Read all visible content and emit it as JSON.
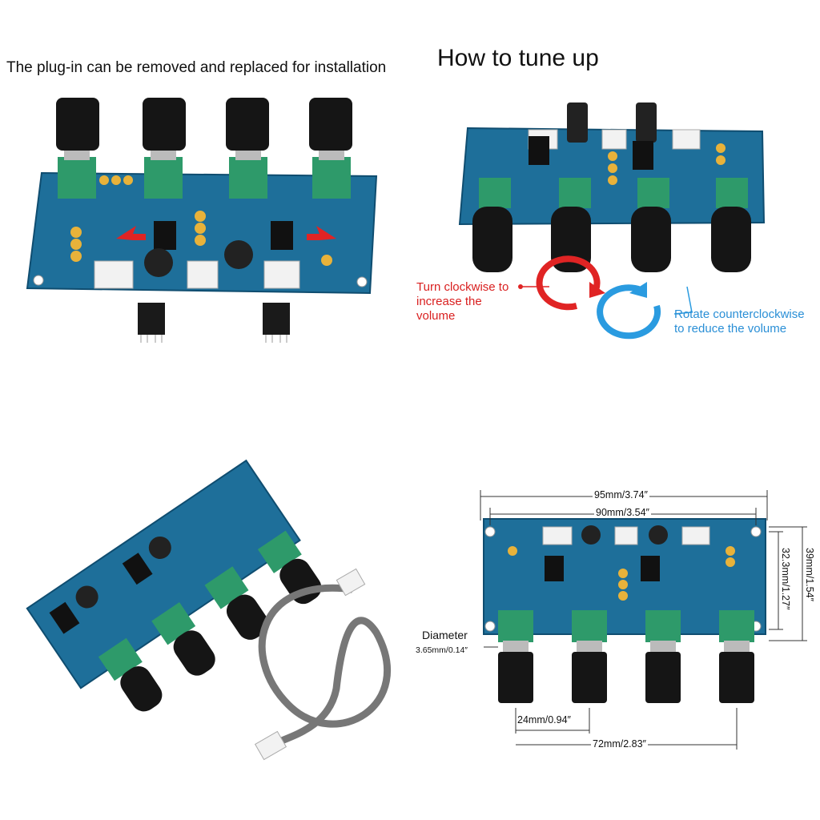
{
  "captions": {
    "plugin_note": "The plug-in can be removed and replaced for installation",
    "tune_title": "How to tune up"
  },
  "tuning": {
    "clockwise": [
      "Turn clockwise to",
      "increase the",
      "volume"
    ],
    "counterclockwise": [
      "Rotate counterclockwise",
      "to reduce the volume"
    ],
    "cw_color": "#e02424",
    "ccw_color": "#2a9be0"
  },
  "dimensions": {
    "total_length": "95mm/3.74″",
    "hole_spacing": "90mm/3.54″",
    "height": "39mm/1.54″",
    "hole_height": "32.3mm/1.27″",
    "diameter_label": "Diameter",
    "diameter_value": "3.65mm/0.14″",
    "knob_pitch": "24mm/0.94″",
    "knob_span": "72mm/2.83″"
  },
  "colors": {
    "pcb": "#1e6f9a",
    "pcb_dark": "#155a80",
    "pot_green": "#2e9a6a",
    "knob": "#151515",
    "capacitor": "#e8b23a"
  }
}
